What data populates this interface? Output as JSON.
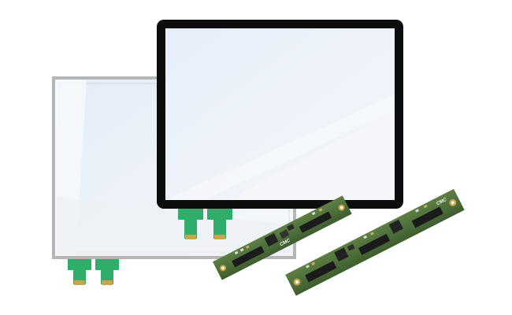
{
  "scene": {
    "description_items": [
      "back-touch-panel",
      "front-touch-panel",
      "controller-board-small",
      "controller-board-large"
    ],
    "colors": {
      "background": "#ffffff",
      "glass_tint": "#e9f0f8",
      "glass_highlight": "#f6f9fc",
      "back_frame": "#a9aaab",
      "front_bezel": "#0d0d0d",
      "flex_cable": "#2fae6b",
      "flex_contacts": "#c9a44a",
      "pcb_green": "#4f6f3a",
      "pcb_dark": "#3c5a2c",
      "connector_black": "#1b1b1b"
    },
    "logo_text": "CMC"
  }
}
